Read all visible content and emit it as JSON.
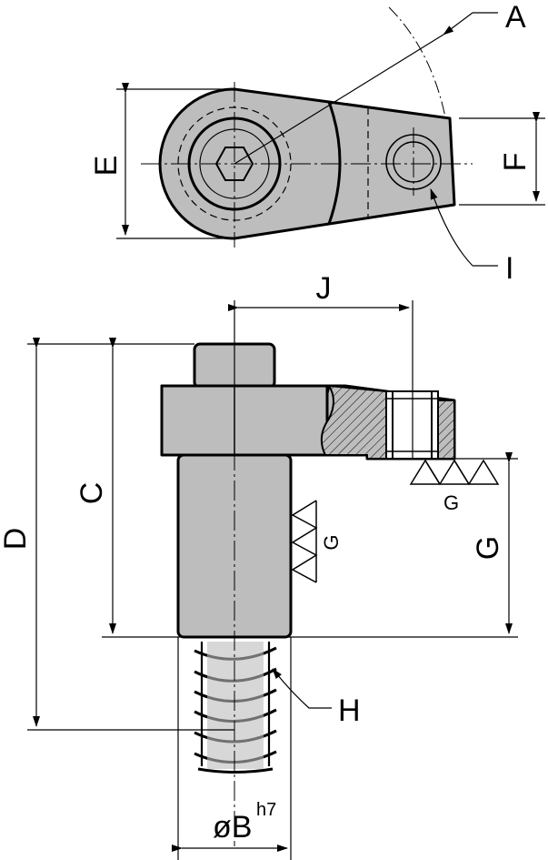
{
  "labels": {
    "A": "A",
    "E": "E",
    "F": "F",
    "I": "I",
    "J": "J",
    "D": "D",
    "C": "C",
    "G": "G",
    "G_surface_top": "G",
    "G_surface_side": "G",
    "H": "H",
    "B_prefix": "øB",
    "B_tolerance": "h7"
  },
  "colors": {
    "part_fill": "#bdbdbd",
    "line": "#000000",
    "background": "#ffffff"
  }
}
